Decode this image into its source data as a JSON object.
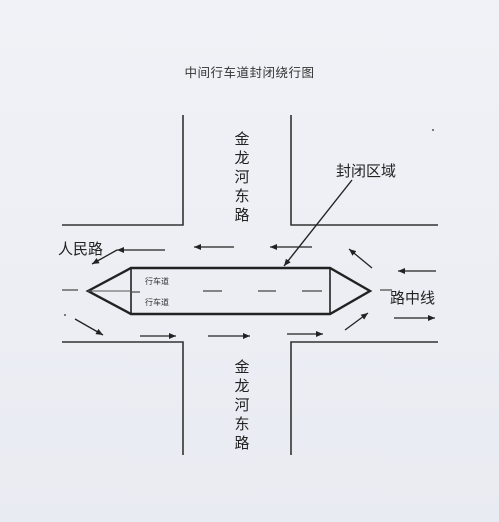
{
  "title": "中间行车道封闭绕行图",
  "road_north": "金龙河东路",
  "road_south": "金龙河东路",
  "road_west": "人民路",
  "centerline_label": "路中线",
  "closed_area_label": "封闭区域",
  "lane_label_1": "行车道",
  "lane_label_2": "行车道"
}
